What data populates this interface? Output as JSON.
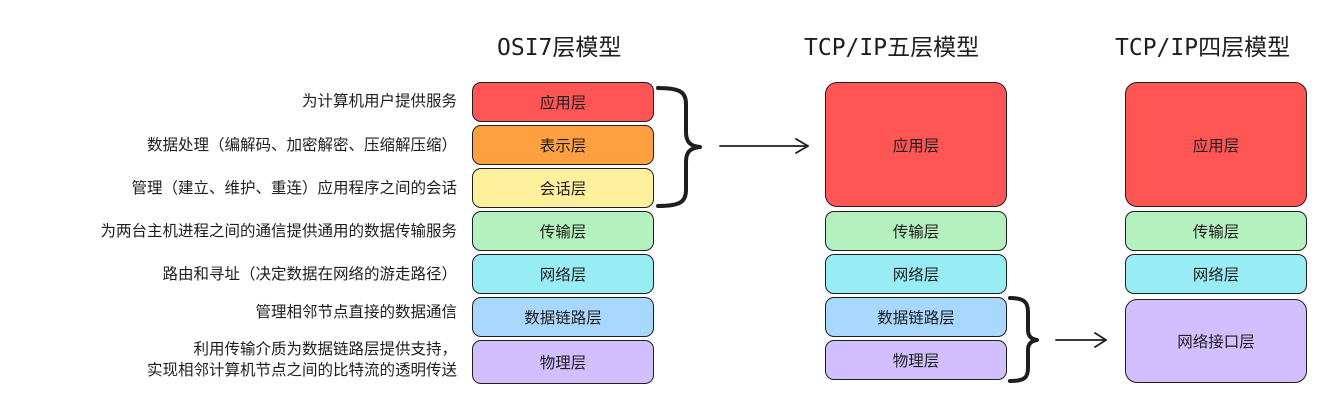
{
  "colors": {
    "red": "#ff5555",
    "orange": "#ffa040",
    "yellow": "#fff09e",
    "green": "#b5f0bf",
    "cyan": "#98edf5",
    "blue": "#a8d7ff",
    "purple": "#d1bfff",
    "stroke": "#1e1e1e"
  },
  "osi": {
    "title": "OSI7层模型",
    "layers": [
      "应用层",
      "表示层",
      "会话层",
      "传输层",
      "网络层",
      "数据链路层",
      "物理层"
    ]
  },
  "tcpip5": {
    "title": "TCP/IP五层模型",
    "layers": [
      "应用层",
      "传输层",
      "网络层",
      "数据链路层",
      "物理层"
    ]
  },
  "tcpip4": {
    "title": "TCP/IP四层模型",
    "layers": [
      "应用层",
      "传输层",
      "网络层",
      "网络接口层"
    ]
  },
  "descriptions": [
    [
      "为计算机用户提供服务"
    ],
    [
      "数据处理（编解码、加密解密、压缩解压缩）"
    ],
    [
      "管理（建立、维护、重连）应用程序之间的会话"
    ],
    [
      "为两台主机进程之间的通信提供通用的数据传输服务"
    ],
    [
      "路由和寻址（决定数据在网络的游走路径）"
    ],
    [
      "管理相邻节点直接的数据通信"
    ],
    [
      "利用传输介质为数据链路层提供支持，",
      "实现相邻计算机节点之间的比特流的透明传送"
    ]
  ]
}
